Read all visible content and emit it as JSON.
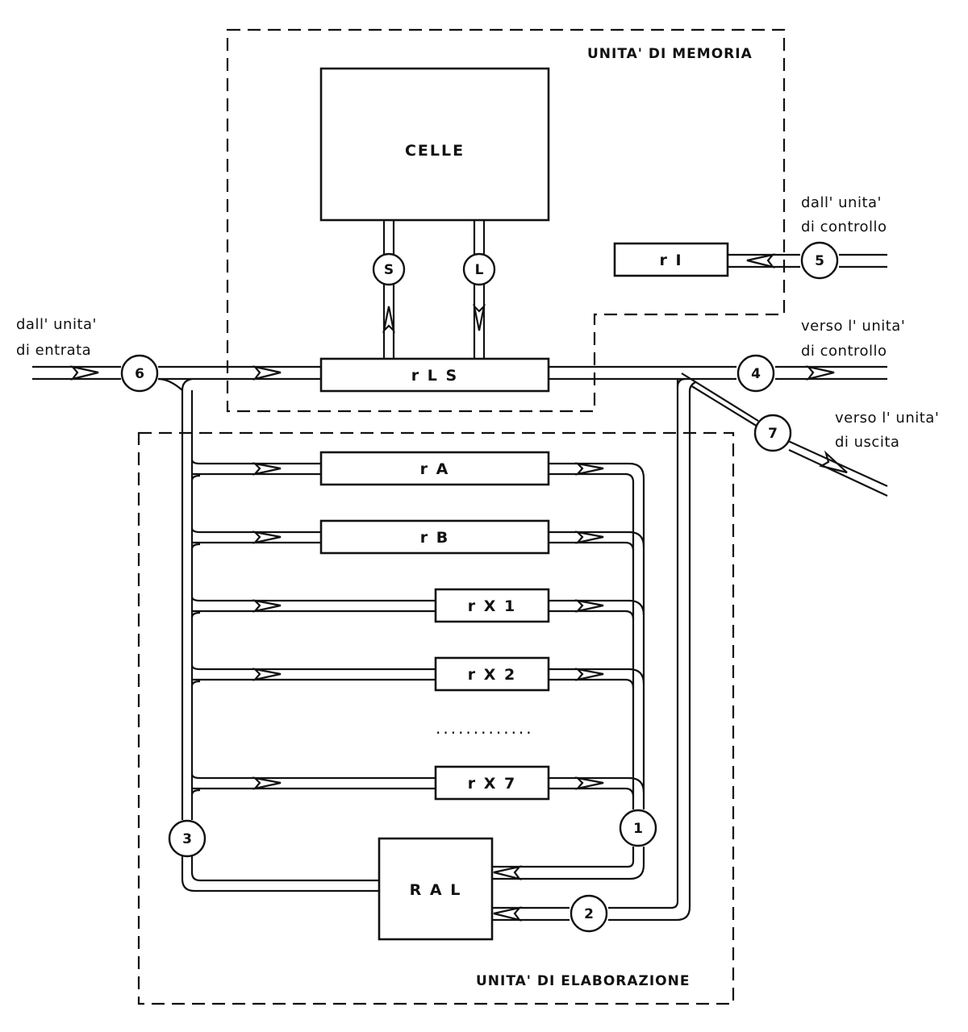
{
  "units": {
    "memory": "UNITA' DI MEMORIA",
    "processing": "UNITA' DI ELABORAZIONE"
  },
  "boxes": {
    "celle": "CELLE",
    "ri": "r I",
    "rls": "r L S",
    "ra": "r A",
    "rb": "r B",
    "rx1": "r X 1",
    "rx2": "r X 2",
    "rx7": "r X 7",
    "ral": "R A L"
  },
  "ellipsis": ".............",
  "nodes": {
    "s": "S",
    "l": "L",
    "n1": "1",
    "n2": "2",
    "n3": "3",
    "n4": "4",
    "n5": "5",
    "n6": "6",
    "n7": "7"
  },
  "captions": {
    "from_input_1": "dall' unita'",
    "from_input_2": "di  entrata",
    "from_control_1": "dall' unita'",
    "from_control_2": "di  controllo",
    "to_control_1": "verso  l' unita'",
    "to_control_2": "di  controllo",
    "to_output_1": "verso  l' unita'",
    "to_output_2": "di  uscita"
  }
}
